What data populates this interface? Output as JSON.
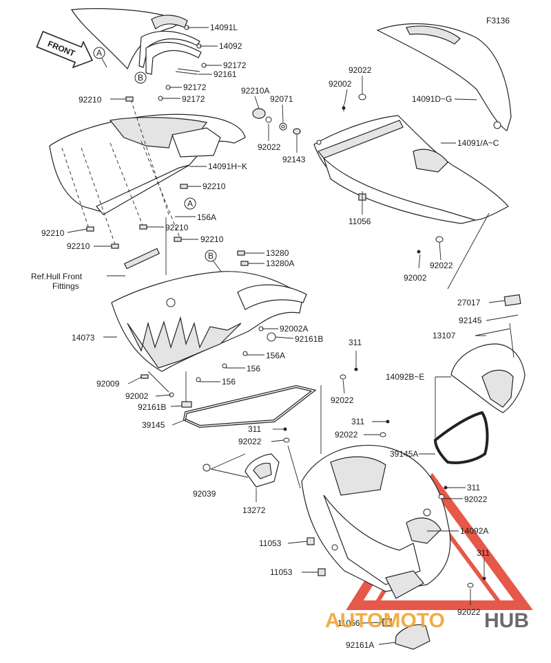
{
  "figure_code": "F3136",
  "front_label": "FRONT",
  "callouts": {
    "a": "A",
    "b": "B"
  },
  "ref_note": {
    "line1": "Ref.Hull Front",
    "line2": "Fittings"
  },
  "watermark": {
    "part1": "AUTOMOTO",
    "part2": "HUB",
    "color_red": "#e23b2a",
    "color_orange": "#f0a532",
    "color_grey": "#5a5a5a"
  },
  "part_labels": [
    "14091L",
    "14092",
    "92172",
    "92161",
    "92172",
    "92172",
    "92210",
    "14091H~K",
    "92210",
    "156A",
    "92210",
    "92210",
    "92210",
    "92210",
    "13280",
    "13280A",
    "92002A",
    "92161B",
    "14073",
    "156A",
    "156",
    "156",
    "92009",
    "92002",
    "92161B",
    "39145",
    "92210A",
    "92071",
    "92022",
    "92143",
    "92022",
    "92002",
    "14091D~G",
    "14091/A~C",
    "11056",
    "92022",
    "92002",
    "27017",
    "92145",
    "13107",
    "311",
    "14092B~E",
    "92022",
    "311",
    "92022",
    "39145A",
    "311",
    "92022",
    "92039",
    "13272",
    "311",
    "92022",
    "14092A",
    "11053",
    "11053",
    "311",
    "92022",
    "11056",
    "92161A"
  ]
}
